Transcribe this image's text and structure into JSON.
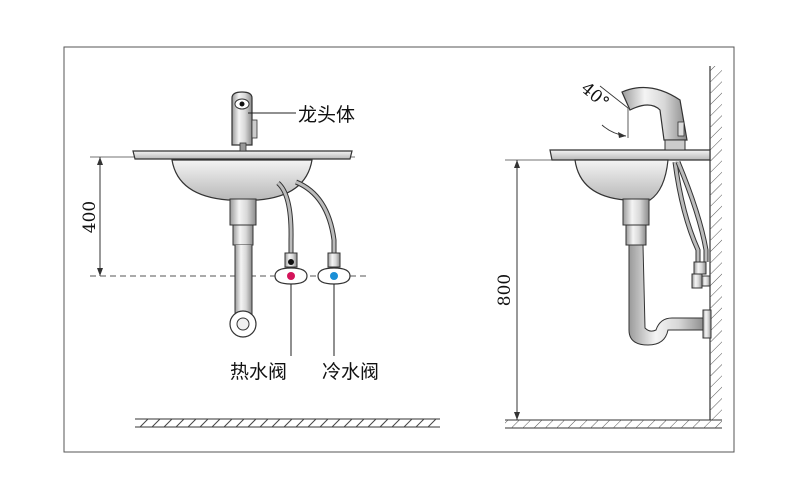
{
  "labels": {
    "faucet_body": "龙头体",
    "hot_valve": "热水阀",
    "cold_valve": "冷水阀"
  },
  "dimensions": {
    "height_400": "400",
    "height_800": "800",
    "angle": "40°"
  },
  "colors": {
    "line": "#222222",
    "hot": "#d4145a",
    "cold": "#1a8fd6",
    "black_dot": "#111111"
  }
}
